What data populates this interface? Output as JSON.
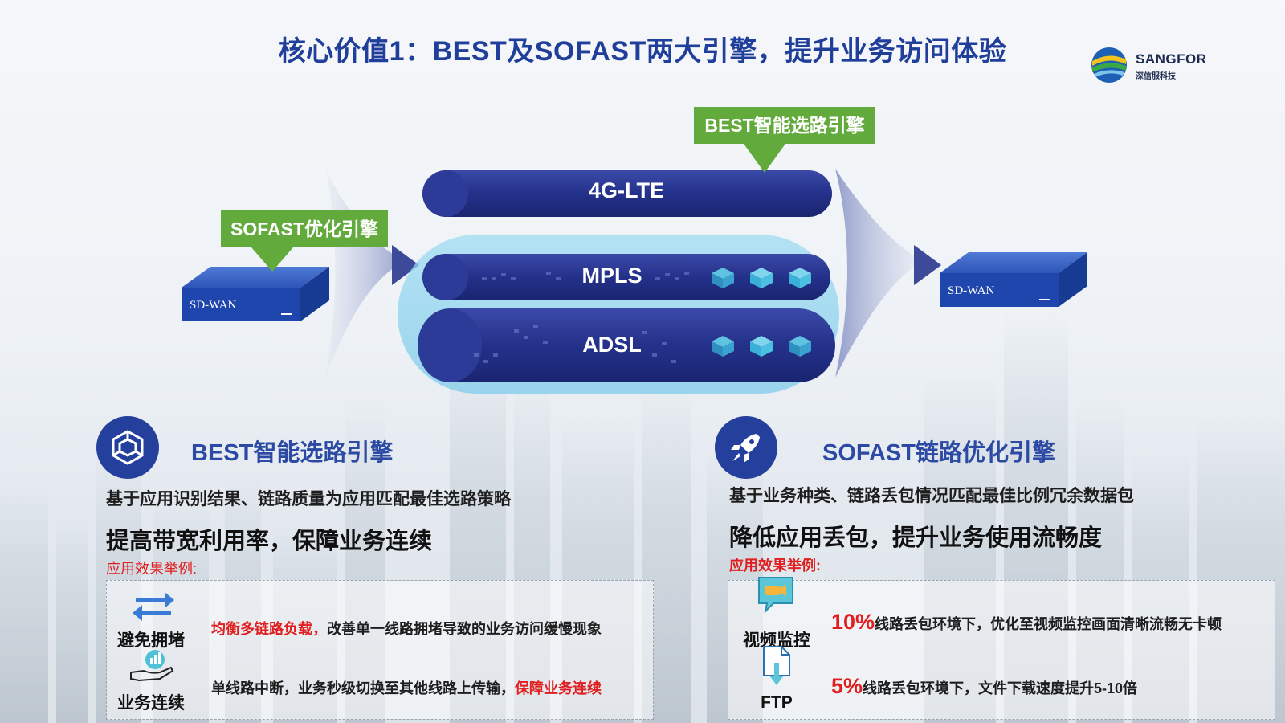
{
  "header": {
    "title": "核心价值1：BEST及SOFAST两大引擎，提升业务访问体验",
    "logo": {
      "name": "SANGFOR",
      "sub": "深信服科技"
    }
  },
  "diagram": {
    "callout_best": "BEST智能选路引擎",
    "callout_sofast": "SOFAST优化引擎",
    "device_left_label": "SD-WAN",
    "device_right_label": "SD-WAN",
    "pipes": [
      "4G-LTE",
      "MPLS",
      "ADSL"
    ]
  },
  "left": {
    "title": "BEST智能选路引擎",
    "desc": "基于应用识别结果、链路质量为应用匹配最佳选路策略",
    "slogan": "提高带宽利用率，保障业务连续",
    "example_label": "应用效果举例:",
    "items": [
      {
        "label": "避免拥堵",
        "highlight": "均衡多链路负载，",
        "text": "改善单一线路拥堵导致的业务访问缓慢现象"
      },
      {
        "label": "业务连续",
        "text": "单线路中断，业务秒级切换至其他线路上传输，",
        "highlight": "保障业务连续"
      }
    ]
  },
  "right": {
    "title": "SOFAST链路优化引擎",
    "desc": "基于业务种类、链路丢包情况匹配最佳比例冗余数据包",
    "slogan": "降低应用丢包，提升业务使用流畅度",
    "example_label": "应用效果举例:",
    "items": [
      {
        "label": "视频监控",
        "pct": "10%",
        "text": "线路丢包环境下，优化至视频监控画面清晰流畅无卡顿"
      },
      {
        "label": "FTP",
        "pct": "5%",
        "text": "线路丢包环境下，文件下载速度提升5-10倍"
      }
    ]
  },
  "colors": {
    "accent": "#253f9c",
    "title": "#1f3f9a",
    "callout": "#62aa3c",
    "highlight": "#e02020"
  }
}
